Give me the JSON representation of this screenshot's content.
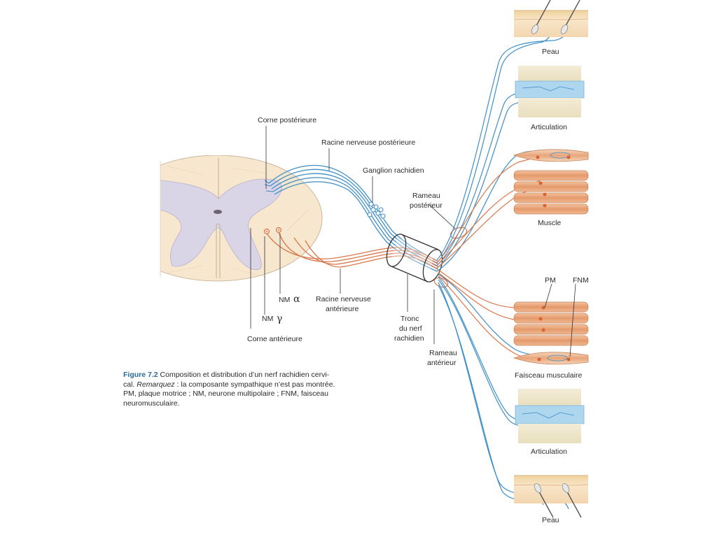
{
  "labels": {
    "corne_posterieure": "Corne postérieure",
    "racine_posterieure": "Racine nerveuse postérieure",
    "ganglion": "Ganglion rachidien",
    "rameau_posterieur_1": "Rameau",
    "rameau_posterieur_2": "postérieur",
    "nm_alpha_prefix": "NM",
    "nm_alpha_symbol": "α",
    "nm_gamma_prefix": "NM",
    "nm_gamma_symbol": "γ",
    "corne_anterieure": "Corne antérieure",
    "racine_anterieure_1": "Racine nerveuse",
    "racine_anterieure_2": "antérieure",
    "tronc_1": "Tronc",
    "tronc_2": "du nerf",
    "tronc_3": "rachidien",
    "rameau_anterieur_1": "Rameau",
    "rameau_anterieur_2": "antérieur",
    "peau_top": "Peau",
    "articulation_top": "Articulation",
    "muscle": "Muscle",
    "pm": "PM",
    "fnm": "FNM",
    "faisceau": "Faisceau musculaire",
    "articulation_bottom": "Articulation",
    "peau_bottom": "Peau"
  },
  "caption": {
    "figure_label": "Figure 7.2",
    "line1": " Composition et distribution d’un nerf rachidien cervi-",
    "line2_a": "cal. ",
    "line2_italic": "Remarquez",
    "line2_b": " : la composante sympathique n’est pas montrée.",
    "line3": "PM, plaque motrice ; NM, neurone multipolaire ; FNM, faisceau",
    "line4": "neuromusculaire."
  },
  "colors": {
    "sensory_nerve": "#3f8fc7",
    "motor_nerve": "#d9774a",
    "grey_matter": "#d9d4e6",
    "white_matter": "#f7e7cf",
    "skin": "#f5ddbb",
    "muscle": "#e8a57a",
    "joint": "#aed6ef"
  }
}
